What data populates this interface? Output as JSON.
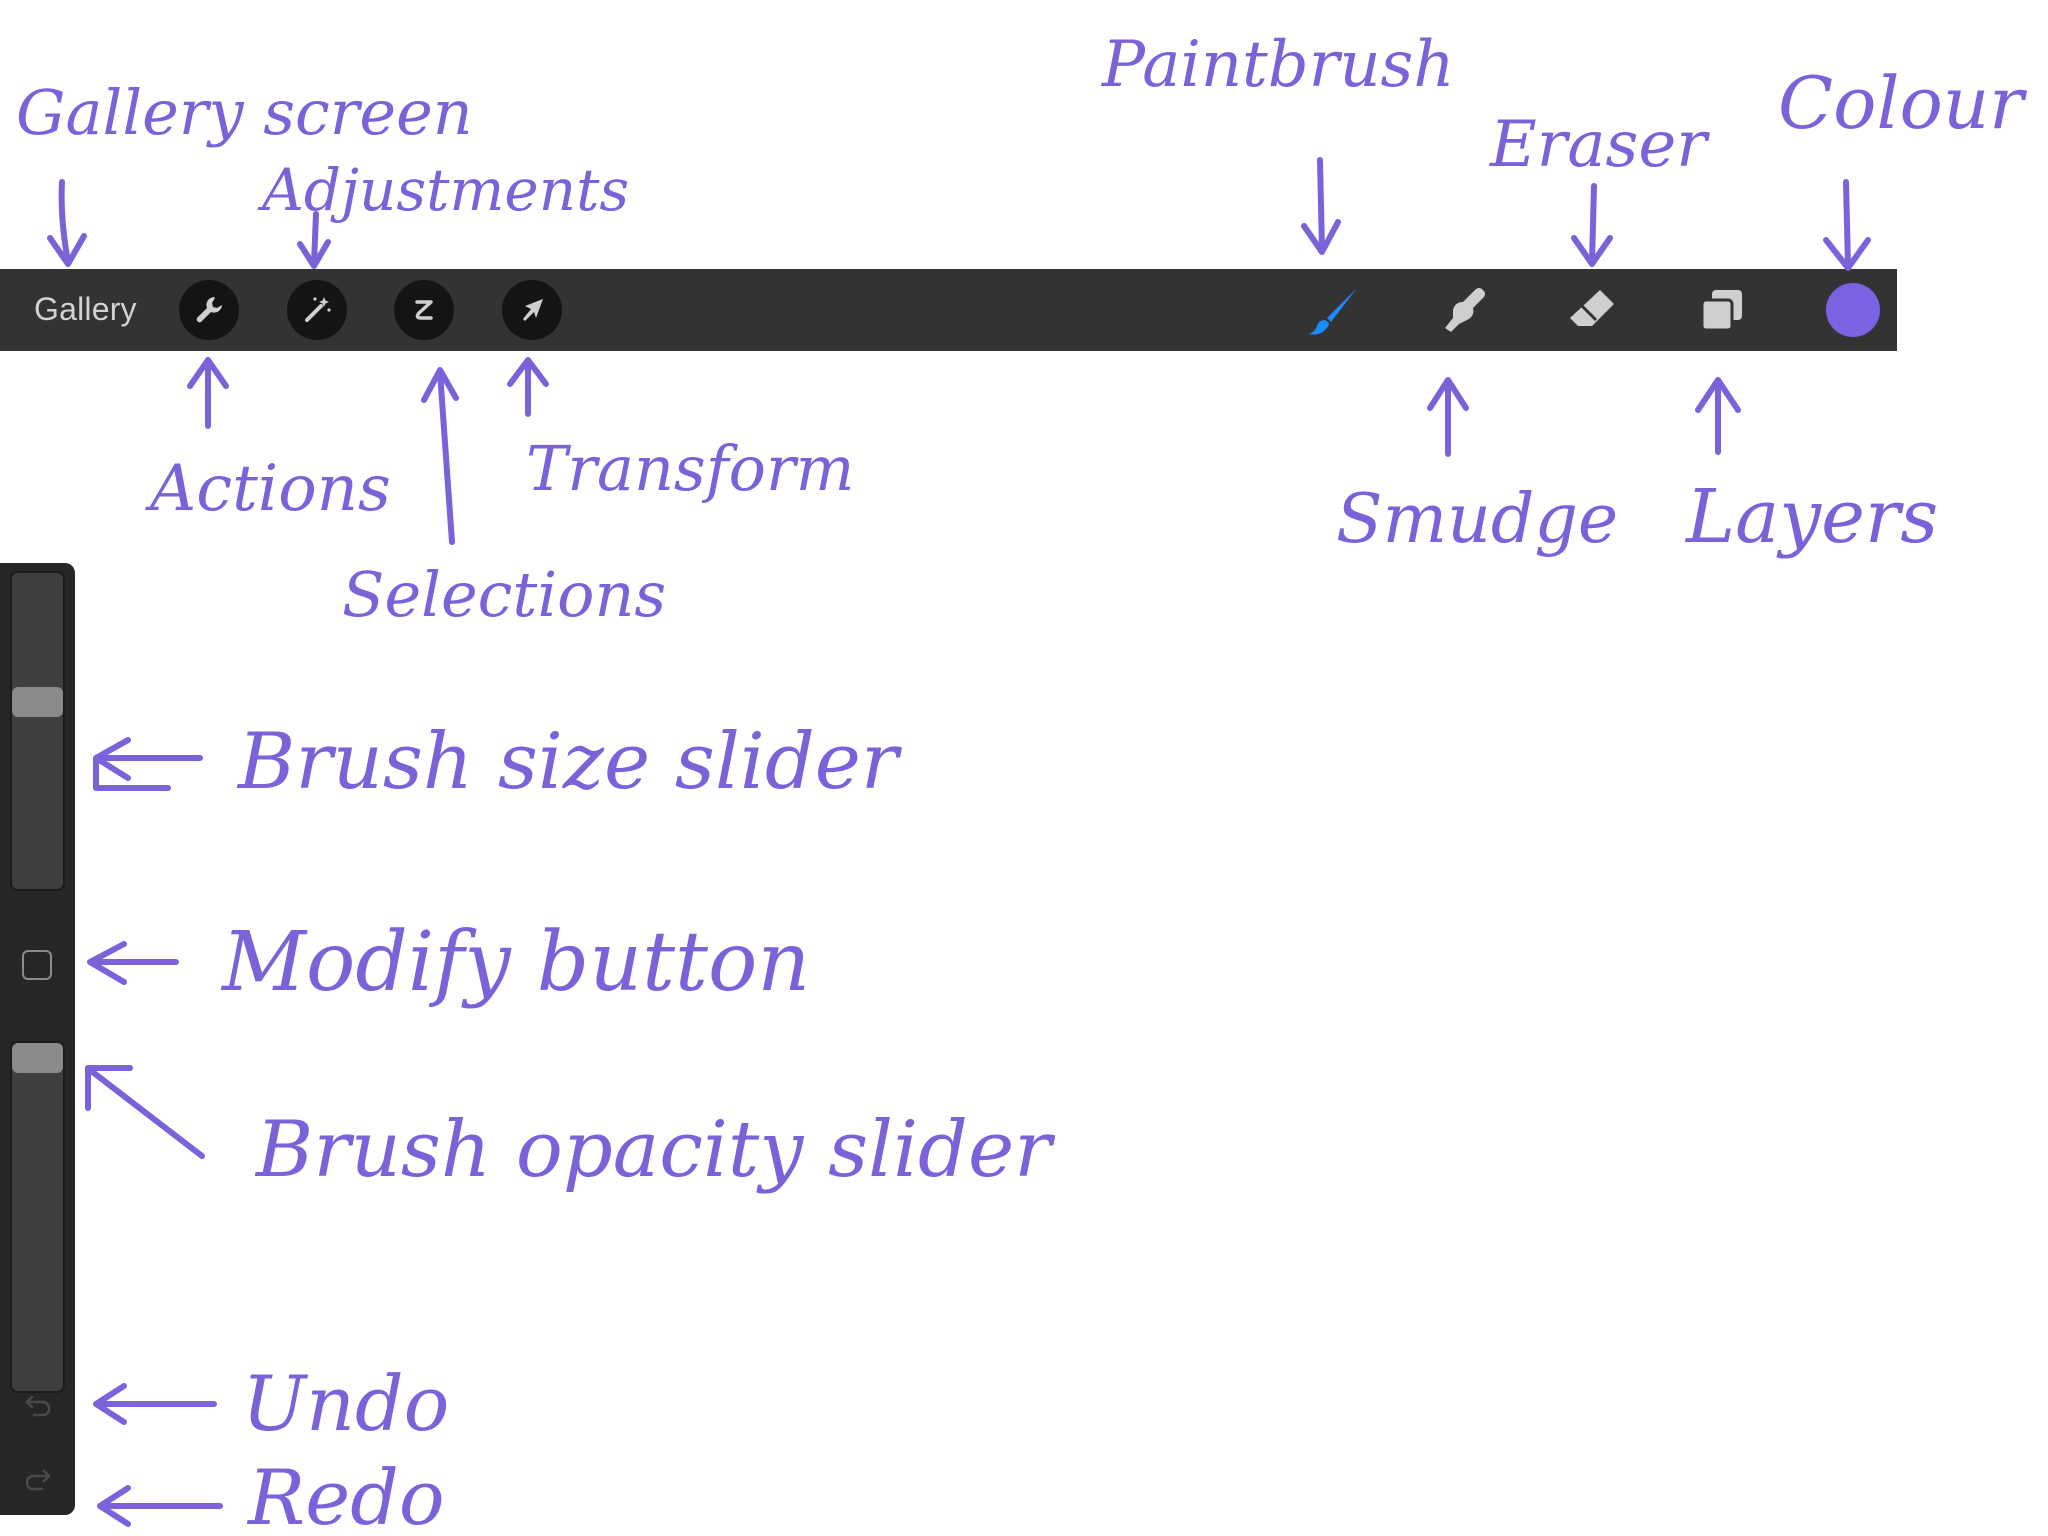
{
  "toolbar": {
    "gallery_label": "Gallery",
    "left_tools": [
      {
        "name": "actions",
        "icon": "wrench-icon"
      },
      {
        "name": "adjustments",
        "icon": "magic-wand-icon"
      },
      {
        "name": "selections",
        "icon": "selection-s-icon"
      },
      {
        "name": "transform",
        "icon": "arrow-cursor-icon"
      }
    ],
    "right_tools": [
      {
        "name": "paintbrush",
        "icon": "paintbrush-icon",
        "active": true
      },
      {
        "name": "smudge",
        "icon": "smudge-finger-icon",
        "active": false
      },
      {
        "name": "eraser",
        "icon": "eraser-icon",
        "active": false
      },
      {
        "name": "layers",
        "icon": "layers-icon",
        "active": false
      }
    ],
    "active_colour": "#7b62e0"
  },
  "sidebar": {
    "brush_size_level": 0.6,
    "brush_opacity_level": 1.0,
    "modify_icon": "square-outline-icon",
    "undo_icon": "undo-arrow-icon",
    "redo_icon": "redo-arrow-icon"
  },
  "annotations": {
    "gallery": "Gallery screen",
    "adjustments": "Adjustments",
    "actions": "Actions",
    "selections": "Selections",
    "transform": "Transform",
    "paintbrush": "Paintbrush",
    "eraser": "Eraser",
    "colour": "Colour",
    "smudge": "Smudge",
    "layers": "Layers",
    "brush_size": "Brush size slider",
    "modify": "Modify button",
    "brush_opacity": "Brush opacity slider",
    "undo": "Undo",
    "redo": "Redo"
  },
  "colors": {
    "annotation_ink": "#7b62d9",
    "toolbar_bg": "#333333",
    "active_brush": "#1a8cff"
  }
}
